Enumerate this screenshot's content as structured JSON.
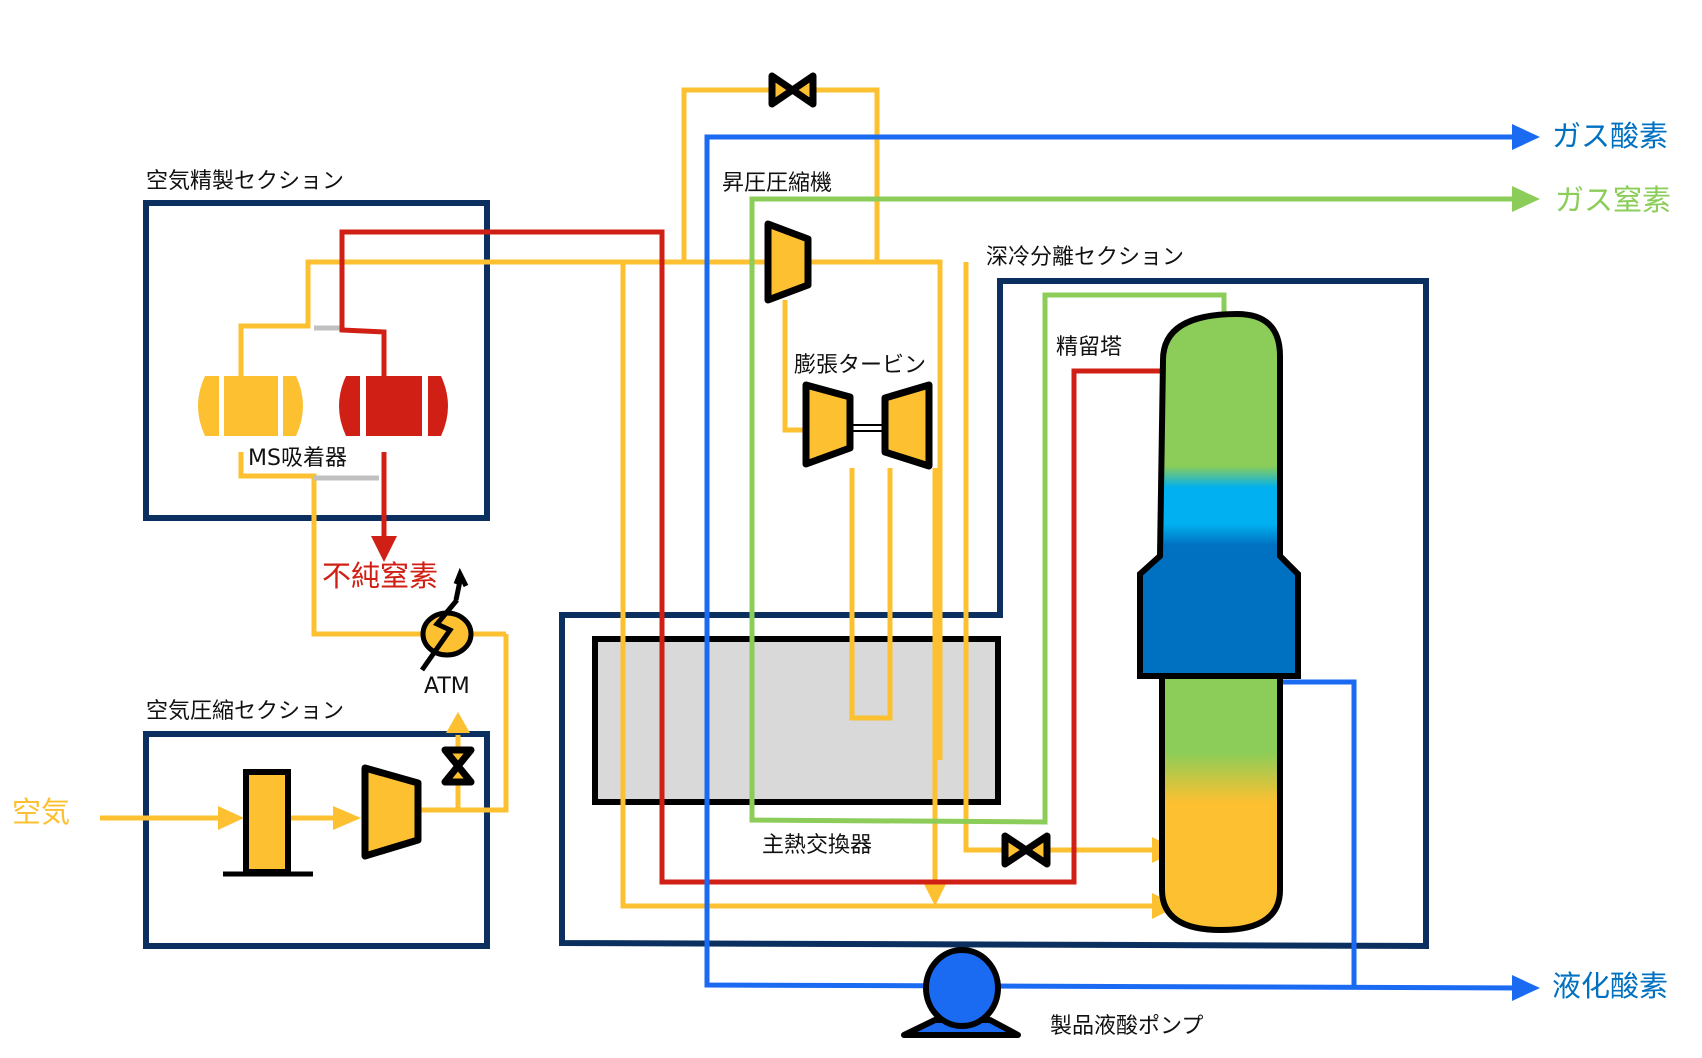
{
  "colors": {
    "air": "#fdc031",
    "impure_nitrogen": "#d01f14",
    "oxygen": "#1a6af2",
    "nitrogen": "#8bcd58",
    "section_border": "#0b2f5f",
    "heat_exchanger_fill": "#d9d9d9",
    "column_oxygen_dark": "#0070c0",
    "column_oxygen_light": "#00b0f0",
    "gas_oxygen_text": "#0070c0"
  },
  "sections": {
    "air_purification": "空気精製セクション",
    "air_compression": "空気圧縮セクション",
    "cryogenic_separation": "深冷分離セクション"
  },
  "equipment": {
    "ms_adsorber": "MS吸着器",
    "booster_compressor": "昇圧圧縮機",
    "expansion_turbine": "膨張タービン",
    "distillation_column": "精留塔",
    "main_heat_exchanger": "主熱交換器",
    "liquid_oxygen_pump": "製品液酸ポンプ",
    "atm_vent": "ATM"
  },
  "streams": {
    "air_input": "空気",
    "impure_nitrogen": "不純窒素",
    "gas_oxygen": "ガス酸素",
    "gas_nitrogen": "ガス窒素",
    "liquid_oxygen": "液化酸素"
  }
}
